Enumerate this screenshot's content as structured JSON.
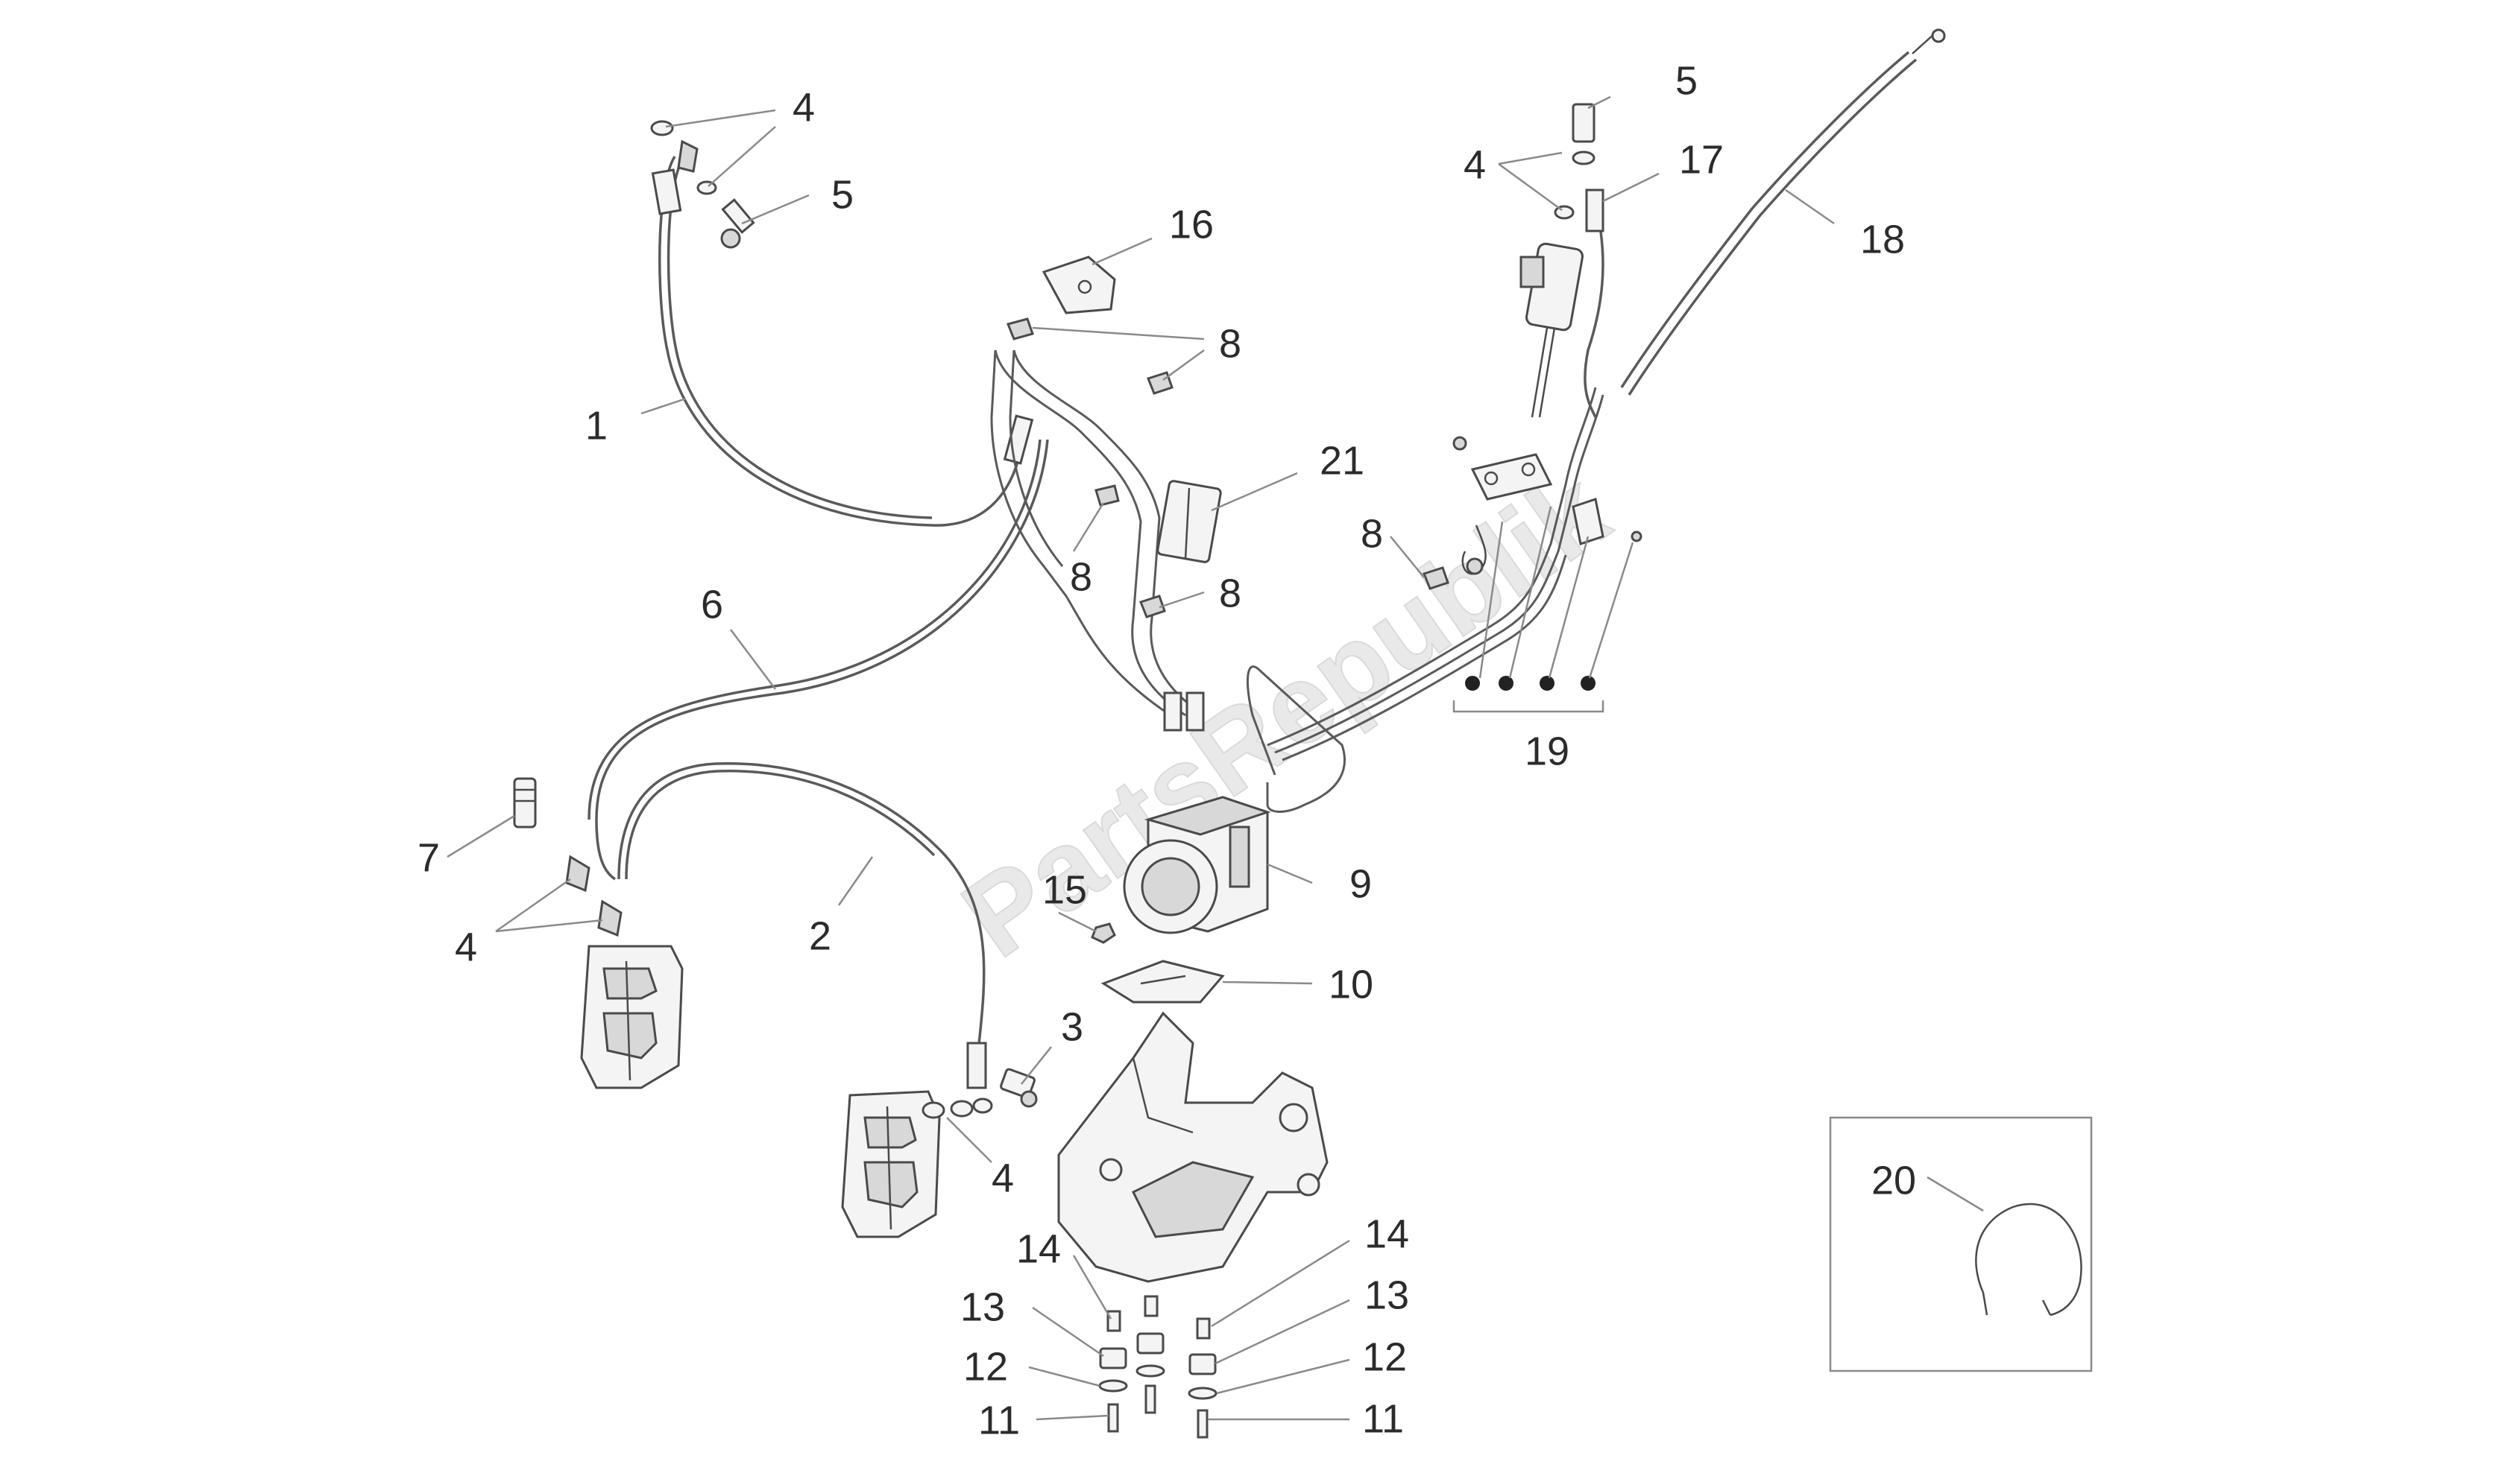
{
  "watermark": "PartsRepublik",
  "callouts": {
    "c1": "1",
    "c2": "2",
    "c3": "3",
    "c4a": "4",
    "c4b": "4",
    "c4c": "4",
    "c4d": "4",
    "c5a": "5",
    "c5b": "5",
    "c6": "6",
    "c7": "7",
    "c8a": "8",
    "c8b": "8",
    "c8c": "8",
    "c8d": "8",
    "c9": "9",
    "c10": "10",
    "c11a": "11",
    "c11b": "11",
    "c12a": "12",
    "c12b": "12",
    "c13a": "13",
    "c13b": "13",
    "c14a": "14",
    "c14b": "14",
    "c15": "15",
    "c16": "16",
    "c17": "17",
    "c18": "18",
    "c19": "19",
    "c20": "20",
    "c21": "21"
  }
}
